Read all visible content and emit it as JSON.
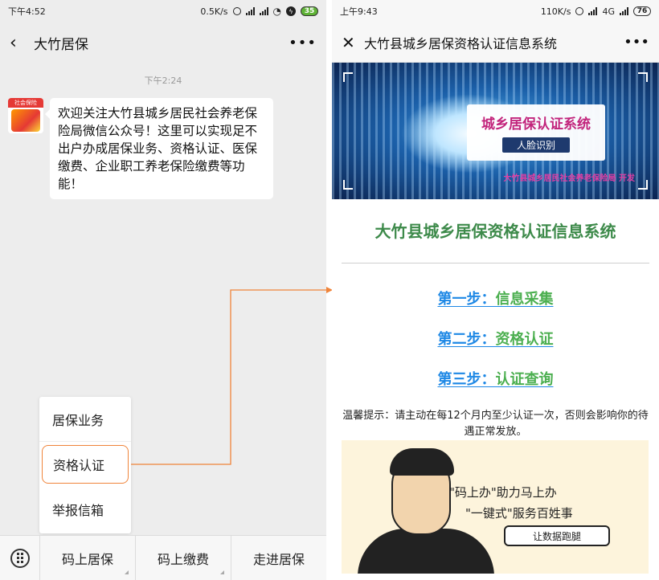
{
  "left_phone": {
    "status": {
      "time": "下午4:52",
      "speed": "0.5K/s",
      "battery": "35"
    },
    "nav": {
      "title": "大竹居保"
    },
    "timestamp": "下午2:24",
    "message": {
      "avatar_label": "社会保险",
      "text": "欢迎关注大竹县城乡居民社会养老保险局微信公众号！这里可以实现足不出户办成居保业务、资格认证、医保缴费、企业职工养老保险缴费等功能！"
    },
    "popup_menu": [
      {
        "label": "居保业务"
      },
      {
        "label": "资格认证"
      },
      {
        "label": "举报信箱"
      }
    ],
    "bottom_menu": [
      {
        "label": "码上居保"
      },
      {
        "label": "码上缴费"
      },
      {
        "label": "走进居保"
      }
    ]
  },
  "right_phone": {
    "status": {
      "time": "上午9:43",
      "speed": "110K/s",
      "network": "4G",
      "battery": "76"
    },
    "nav": {
      "title": "大竹县城乡居保资格认证信息系统"
    },
    "banner": {
      "title": "城乡居保认证系统",
      "badge": "人脸识别",
      "subtitle": "大竹县城乡居民社会养老保险局 开发"
    },
    "main_title": "大竹县城乡居保资格认证信息系统",
    "steps": [
      {
        "prefix": "第一步：",
        "label": "信息采集"
      },
      {
        "prefix": "第二步：",
        "label": "资格认证"
      },
      {
        "prefix": "第三步：",
        "label": "认证查询"
      }
    ],
    "tip": "温馨提示：请主动在每12个月内至少认证一次，否则会影响你的待遇正常发放。",
    "promo": {
      "line1": "\"码上办\"助力马上办",
      "line2": "\"一键式\"服务百姓事",
      "button": "让数据跑腿"
    }
  },
  "colors": {
    "accent_orange": "#f0843a",
    "title_green": "#3d8a4a",
    "link_blue": "#1e88e5",
    "step_green": "#4caf50",
    "banner_pink": "#c2247c"
  }
}
